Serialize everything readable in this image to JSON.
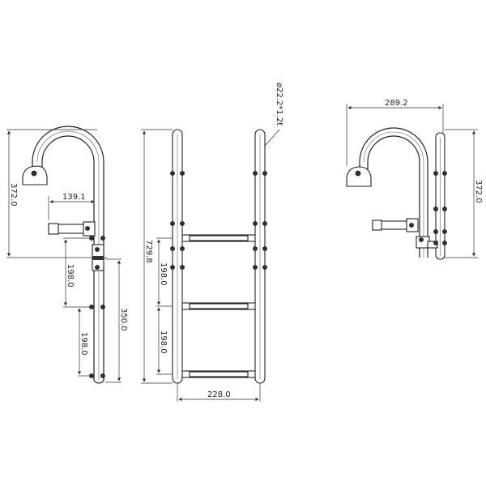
{
  "drawing": {
    "side_view": {
      "height_dim": "372.0",
      "step_depth_dim": "139.1",
      "step_spacing_1": "198.0",
      "step_spacing_2": "198.0",
      "lower_height_dim": "350.0"
    },
    "front_view": {
      "total_height_dim": "729.8",
      "step_spacing_1": "198.0",
      "step_spacing_2": "198.0",
      "width_dim": "228.0",
      "tube_spec": "ø22.2*1.2t"
    },
    "folded_view": {
      "width_dim": "289.2",
      "height_dim": "372.0"
    }
  }
}
